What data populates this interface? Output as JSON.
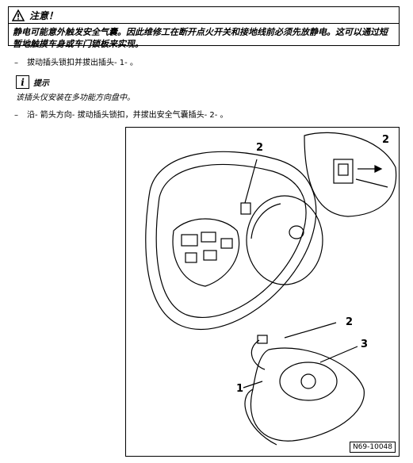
{
  "caution": {
    "title": "注意！",
    "text": "静电可能意外触发安全气囊。因此维修工在断开点火开关和接地线前必须先放静电。这可以通过短暂地触摸车身或车门锁板来实现。"
  },
  "steps": [
    "拔动插头锁扣并拔出插头- 1- 。",
    "沿- 箭头方向- 拔动插头锁扣，并拔出安全气囊插头- 2- 。"
  ],
  "hint": {
    "title": "提示",
    "text": "该插头仪安装在多功能方向盘中。"
  },
  "figure": {
    "id": "N69-10048",
    "callouts": [
      "2",
      "2",
      "2",
      "3",
      "1"
    ]
  }
}
